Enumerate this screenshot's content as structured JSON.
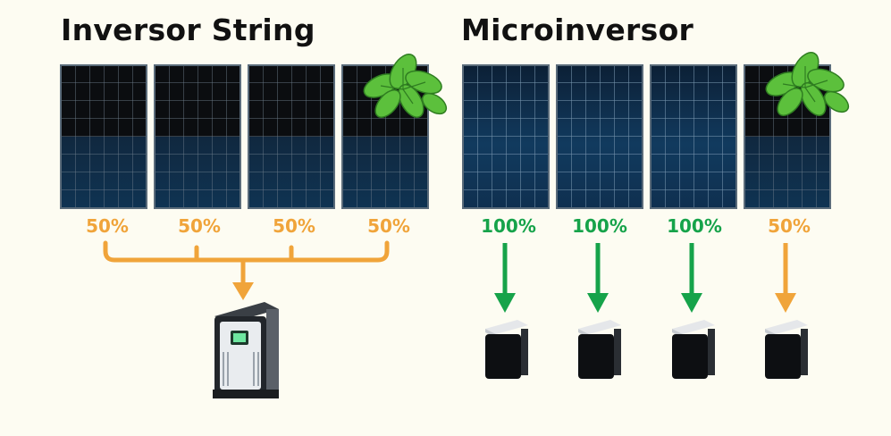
{
  "string_section": {
    "title": "Inversor String",
    "panels": [
      {
        "output_label": "50%"
      },
      {
        "output_label": "50%"
      },
      {
        "output_label": "50%"
      },
      {
        "output_label": "50%",
        "shaded_by_leaves": true
      }
    ],
    "inverter_icon": "string-inverter-icon"
  },
  "micro_section": {
    "title": "Microinversor",
    "panels": [
      {
        "output_label": "100%"
      },
      {
        "output_label": "100%"
      },
      {
        "output_label": "100%"
      },
      {
        "output_label": "50%",
        "shaded_by_leaves": true
      }
    ],
    "microinverter_icon": "microinverter-icon"
  },
  "colors": {
    "background": "#fdfcf2",
    "reduced_output": "#f0a43a",
    "full_output": "#16a34a",
    "leaf": "#5cc03c"
  }
}
